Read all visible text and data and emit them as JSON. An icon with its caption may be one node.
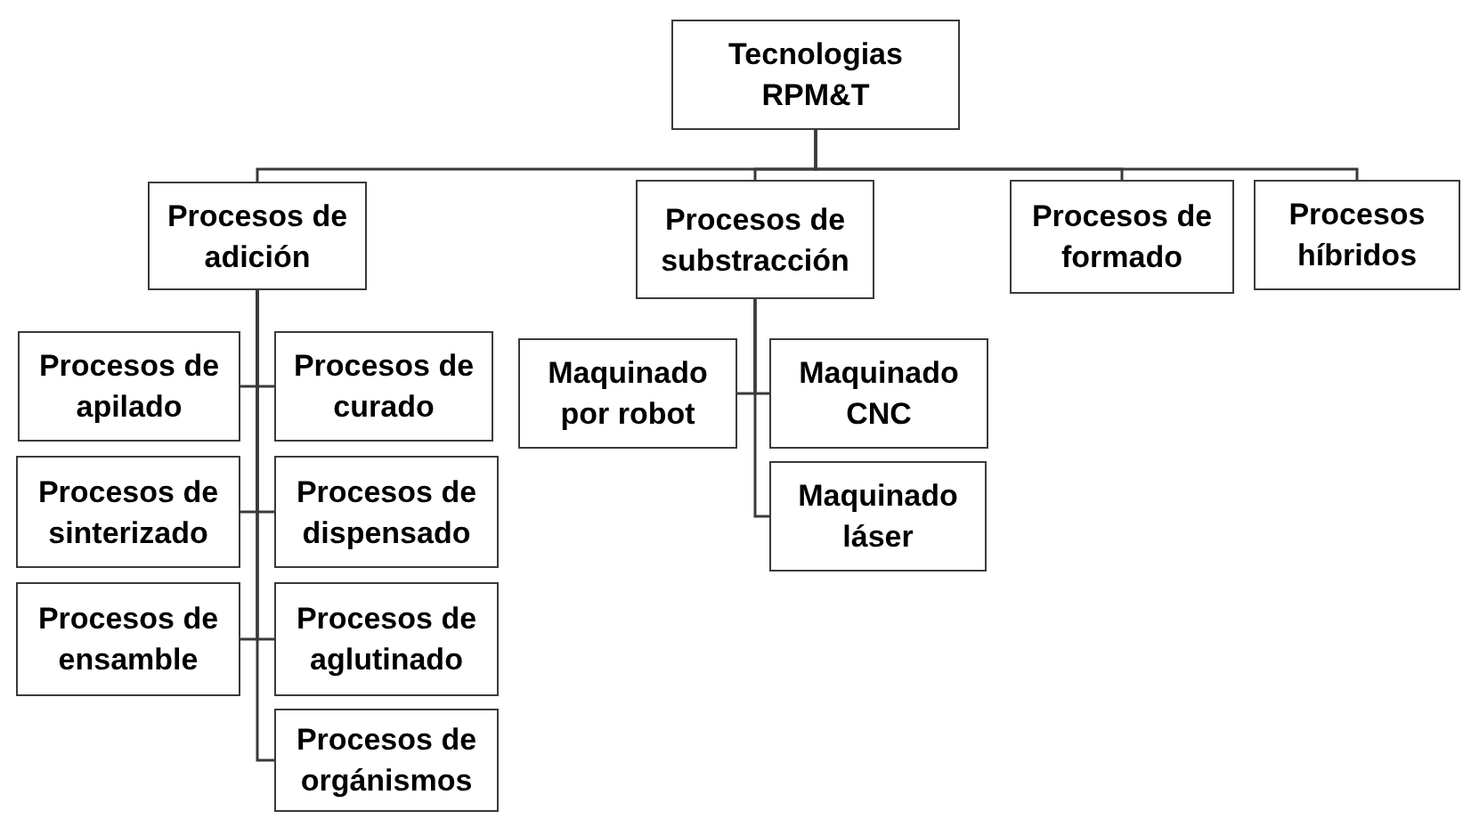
{
  "diagram": {
    "nodes": [
      {
        "text": [
          "Tecnologias RPM&T"
        ]
      },
      {
        "text": [
          "Procesos de adición"
        ]
      },
      {
        "text": [
          "Procesos de substracción"
        ]
      },
      {
        "text": [
          "Procesos de formado"
        ]
      },
      {
        "text": [
          "Procesos híbridos"
        ]
      },
      {
        "text": [
          "Procesos de apilado"
        ]
      },
      {
        "text": [
          "Procesos de curado"
        ]
      },
      {
        "text": [
          "Procesos de sinterizado"
        ]
      },
      {
        "text": [
          "Procesos de dispensado"
        ]
      },
      {
        "text": [
          "Procesos de ensamble"
        ]
      },
      {
        "text": [
          "Procesos de aglutinado"
        ]
      },
      {
        "text": [
          "Procesos de orgánismos"
        ]
      },
      {
        "text": [
          "Maquinado por robot"
        ]
      },
      {
        "text": [
          "Maquinado CNC"
        ]
      },
      {
        "text": [
          "Maquinado láser"
        ]
      }
    ],
    "edges": [
      {
        "from": 0,
        "to": 1,
        "arrow": "none"
      },
      {
        "from": 0,
        "to": 2,
        "arrow": "none"
      },
      {
        "from": 0,
        "to": 3,
        "arrow": "none"
      },
      {
        "from": 0,
        "to": 4,
        "arrow": "none"
      },
      {
        "from": 1,
        "to": 5,
        "arrow": "none"
      },
      {
        "from": 1,
        "to": 6,
        "arrow": "none"
      },
      {
        "from": 1,
        "to": 7,
        "arrow": "none"
      },
      {
        "from": 1,
        "to": 8,
        "arrow": "none"
      },
      {
        "from": 1,
        "to": 9,
        "arrow": "none"
      },
      {
        "from": 1,
        "to": 10,
        "arrow": "none"
      },
      {
        "from": 1,
        "to": 11,
        "arrow": "none"
      },
      {
        "from": 2,
        "to": 12,
        "arrow": "none"
      },
      {
        "from": 2,
        "to": 13,
        "arrow": "none"
      },
      {
        "from": 2,
        "to": 14,
        "arrow": "none"
      }
    ]
  }
}
